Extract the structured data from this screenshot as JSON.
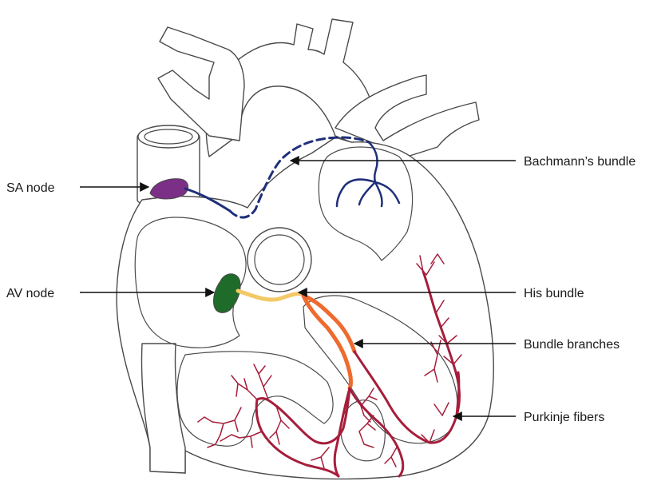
{
  "labels": {
    "sa_node": "SA node",
    "av_node": "AV node",
    "bachmanns_bundle": "Bachmann’s bundle",
    "his_bundle": "His bundle",
    "bundle_branches": "Bundle branches",
    "purkinje_fibers": "Purkinje fibers"
  },
  "colors": {
    "outline": "#4a4a4a",
    "sa_node": "#7b2f86",
    "av_node": "#1e6b2a",
    "bachmanns_bundle": "#1f2f7a",
    "his_bundle": "#f3c866",
    "bundle_branches": "#ef6a2e",
    "purkinje_fibers": "#a61d3b",
    "pointer": "#111111"
  }
}
